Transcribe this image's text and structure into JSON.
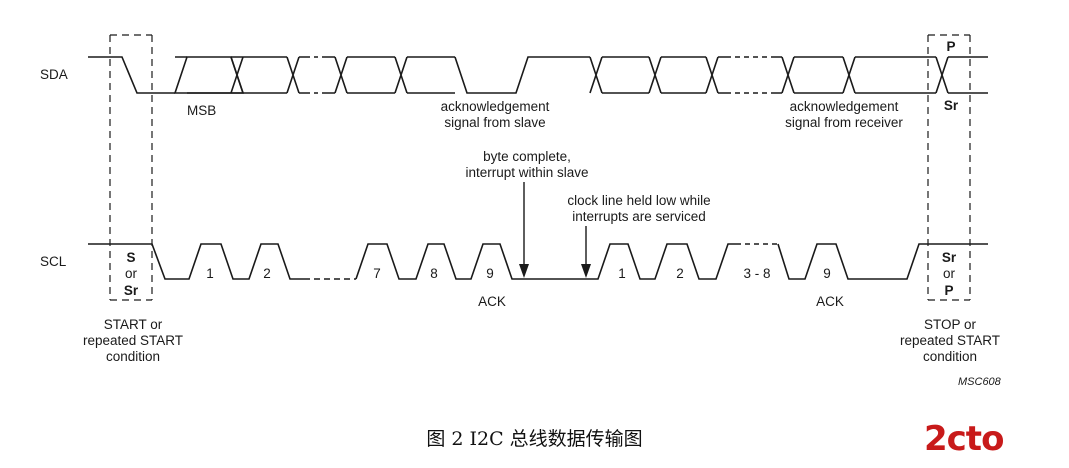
{
  "signals": {
    "sda": "SDA",
    "scl": "SCL"
  },
  "sda_labels": {
    "msb": "MSB",
    "ack_slave": [
      "acknowledgement",
      "signal from slave"
    ],
    "ack_receiver": [
      "acknowledgement",
      "signal from receiver"
    ]
  },
  "annotations": {
    "byte_complete": [
      "byte complete,",
      "interrupt within slave"
    ],
    "clock_held": [
      "clock line held low while",
      "interrupts are serviced"
    ]
  },
  "clock_pulses": {
    "first_byte": [
      "1",
      "2",
      "7",
      "8",
      "9"
    ],
    "second_byte": [
      "1",
      "2",
      "3 - 8",
      "9"
    ],
    "ack": "ACK"
  },
  "start_box": {
    "line1": "S",
    "line2": "or",
    "line3": "Sr"
  },
  "stop_box": {
    "sda_top": "P",
    "sda_bottom": "Sr",
    "line1": "Sr",
    "line2": "or",
    "line3": "P"
  },
  "conditions": {
    "start": [
      "START or",
      "repeated START",
      "condition"
    ],
    "stop": [
      "STOP or",
      "repeated START",
      "condition"
    ]
  },
  "figure_code": "MSC608",
  "caption": "图 2 I2C 总线数据传输图",
  "watermark": "2cto",
  "colors": {
    "line": "#1a1a1a",
    "watermark": "#c81a1a"
  }
}
